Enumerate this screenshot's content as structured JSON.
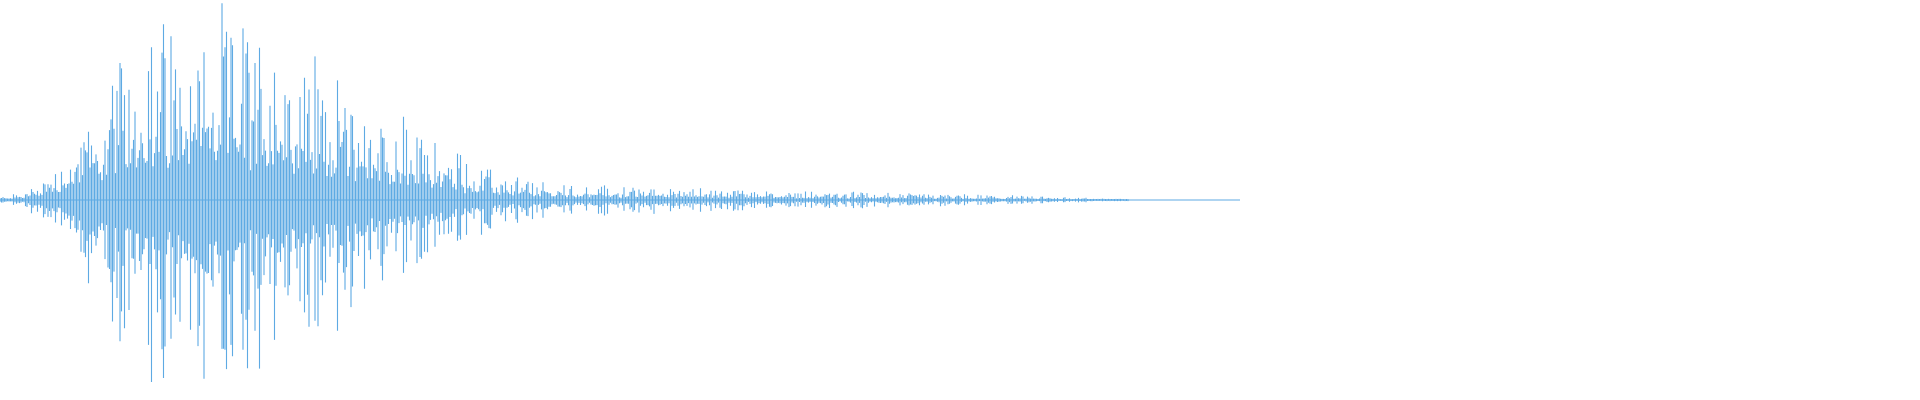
{
  "waveform": {
    "color": "#5eaae3",
    "background": "#ffffff",
    "amplitude_envelope": [
      [
        0.0,
        0.02
      ],
      [
        0.01,
        0.04
      ],
      [
        0.02,
        0.1
      ],
      [
        0.03,
        0.22
      ],
      [
        0.04,
        0.35
      ],
      [
        0.05,
        0.55
      ],
      [
        0.06,
        0.72
      ],
      [
        0.07,
        0.85
      ],
      [
        0.08,
        0.95
      ],
      [
        0.09,
        1.0
      ],
      [
        0.1,
        0.98
      ],
      [
        0.11,
        1.0
      ],
      [
        0.12,
        0.96
      ],
      [
        0.13,
        0.92
      ],
      [
        0.14,
        0.88
      ],
      [
        0.15,
        0.84
      ],
      [
        0.16,
        0.78
      ],
      [
        0.17,
        0.7
      ],
      [
        0.18,
        0.62
      ],
      [
        0.19,
        0.55
      ],
      [
        0.2,
        0.48
      ],
      [
        0.21,
        0.42
      ],
      [
        0.22,
        0.36
      ],
      [
        0.23,
        0.3
      ],
      [
        0.24,
        0.24
      ],
      [
        0.25,
        0.18
      ],
      [
        0.26,
        0.14
      ],
      [
        0.27,
        0.12
      ],
      [
        0.28,
        0.1
      ],
      [
        0.29,
        0.09
      ],
      [
        0.3,
        0.08
      ],
      [
        0.32,
        0.075
      ],
      [
        0.34,
        0.07
      ],
      [
        0.36,
        0.065
      ],
      [
        0.38,
        0.06
      ],
      [
        0.4,
        0.055
      ],
      [
        0.42,
        0.05
      ],
      [
        0.44,
        0.045
      ],
      [
        0.46,
        0.04
      ],
      [
        0.48,
        0.035
      ],
      [
        0.5,
        0.03
      ],
      [
        0.52,
        0.025
      ],
      [
        0.54,
        0.02
      ],
      [
        0.56,
        0.015
      ],
      [
        0.57,
        0.01
      ],
      [
        0.58,
        0.005
      ],
      [
        0.59,
        0.0
      ],
      [
        1.0,
        0.0
      ]
    ],
    "core_density": 0.38
  }
}
